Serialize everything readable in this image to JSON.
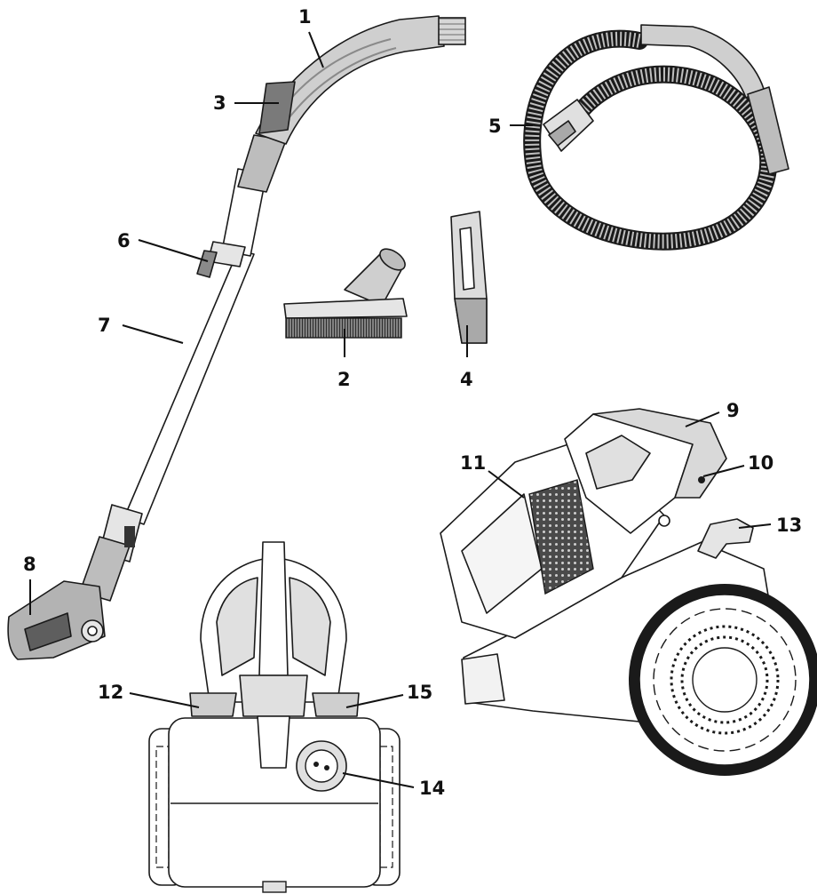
{
  "colors": {
    "outline": "#1a1a1a",
    "light_grey": "#d7d7d7",
    "mid_grey": "#a9a9a9",
    "dark_grey": "#5e5e5e",
    "body_white": "#ffffff",
    "filter_dark": "#3a3a3a"
  },
  "callouts": {
    "c1": "1",
    "c2": "2",
    "c3": "3",
    "c4": "4",
    "c5": "5",
    "c6": "6",
    "c7": "7",
    "c8": "8",
    "c9": "9",
    "c10": "10",
    "c11": "11",
    "c12": "12",
    "c13": "13",
    "c14": "14",
    "c15": "15"
  }
}
